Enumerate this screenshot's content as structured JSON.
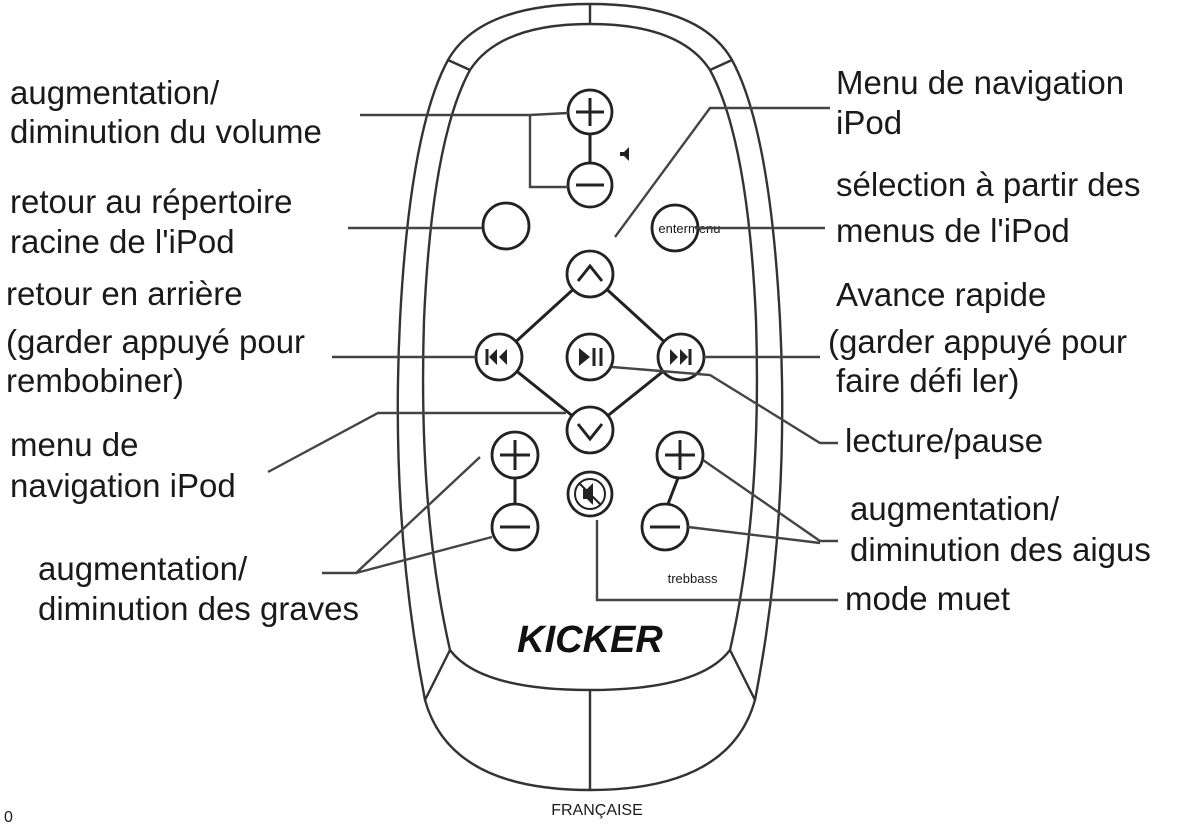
{
  "brand": {
    "logo_text": "KICKER"
  },
  "remote": {
    "enter_label": "enter",
    "menu_label": "menu",
    "treb_label": "treb",
    "bass_label": "bass"
  },
  "labels": {
    "volume": [
      "augmentation/",
      "diminution du volume"
    ],
    "root": [
      "retour au répertoire",
      "racine de l'iPod"
    ],
    "rewind": [
      "retour en arrière",
      "(garder appuyé pour",
      "rembobiner)"
    ],
    "nav_down": [
      "menu de",
      "navigation iPod"
    ],
    "bass": [
      "augmentation/",
      "diminution des graves"
    ],
    "nav_up": [
      "Menu de navigation",
      "iPod"
    ],
    "select": [
      "sélection à partir des",
      "menus de l'iPod"
    ],
    "forward": [
      "Avance rapide",
      "(garder appuyé pour",
      "faire défi ler)"
    ],
    "play": [
      "lecture/pause"
    ],
    "treble": [
      "augmentation/",
      "diminution des aigus"
    ],
    "mute": [
      "mode muet"
    ]
  },
  "footer": {
    "page_number": "0",
    "language": "FRANÇAISE"
  },
  "colors": {
    "ink": "#222222",
    "background": "#ffffff"
  }
}
